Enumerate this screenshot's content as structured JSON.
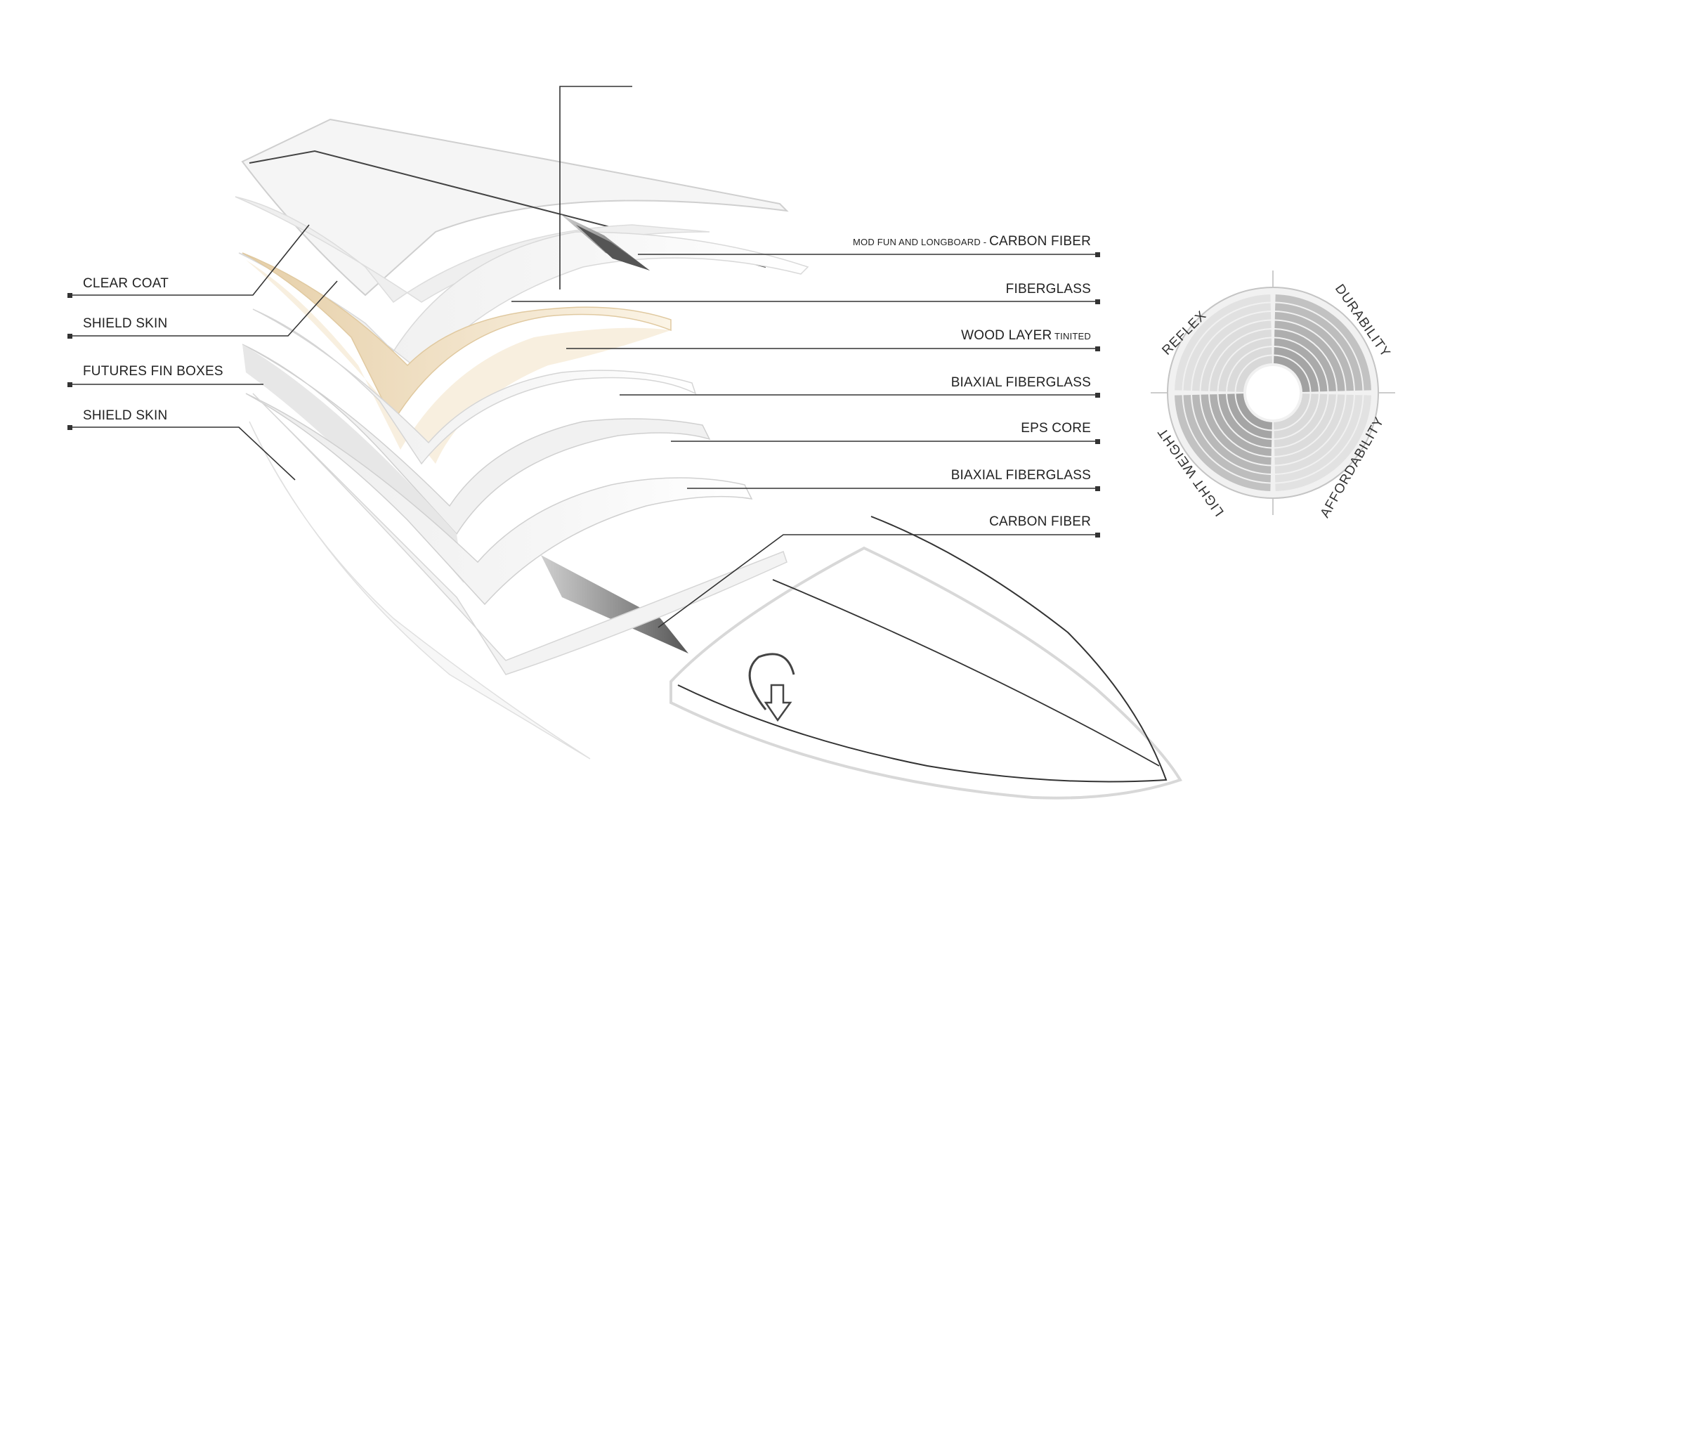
{
  "labels_left": [
    {
      "id": "clear-coat",
      "text": "CLEAR COAT"
    },
    {
      "id": "shield-skin-top",
      "text": "SHIELD SKIN"
    },
    {
      "id": "futures-fin-boxes",
      "text": "FUTURES FIN BOXES"
    },
    {
      "id": "shield-skin-bottom",
      "text": "SHIELD SKIN"
    }
  ],
  "labels_right": [
    {
      "id": "carbon-fiber-top",
      "prefix": "MOD FUN AND LONGBOARD - ",
      "text": "CARBON FIBER",
      "suffix": ""
    },
    {
      "id": "fiberglass",
      "prefix": "",
      "text": "FIBERGLASS",
      "suffix": ""
    },
    {
      "id": "wood-layer",
      "prefix": "",
      "text": "WOOD LAYER",
      "suffix": " TINITED"
    },
    {
      "id": "biaxial-fiberglass-top",
      "prefix": "",
      "text": "BIAXIAL FIBERGLASS",
      "suffix": ""
    },
    {
      "id": "eps-core",
      "prefix": "",
      "text": "EPS CORE",
      "suffix": ""
    },
    {
      "id": "biaxial-fiberglass-bottom",
      "prefix": "",
      "text": "BIAXIAL FIBERGLASS",
      "suffix": ""
    },
    {
      "id": "carbon-fiber-bottom",
      "prefix": "",
      "text": "CARBON FIBER",
      "suffix": ""
    }
  ],
  "rating_chart": {
    "axes": [
      "REFLEX",
      "DURABILITY",
      "AFFORDABILITY",
      "LIGHT WEIGHT"
    ],
    "ring_count": 8,
    "colors": {
      "filled": "#9b9b9b",
      "empty": "#d6d6d6",
      "outline": "#bdbdbd"
    }
  },
  "colors": {
    "wood": "#ecdcbf",
    "carbon": "#5a5a5a",
    "layer": "#e8e8e8",
    "line": "#333333"
  }
}
